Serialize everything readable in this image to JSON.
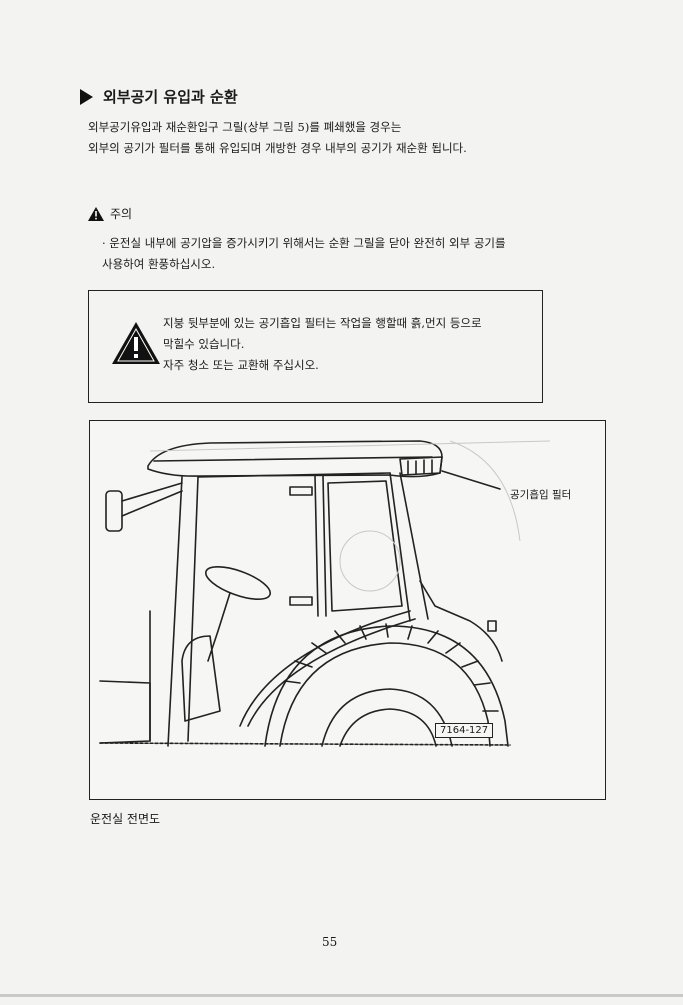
{
  "section": {
    "title": "외부공기 유입과 순환",
    "intro_lines": [
      "외부공기유입과 재순환입구 그릴(상부 그림 5)를 폐쇄했을 경우는",
      "외부의 공기가 필터를 통해 유입되며 개방한 경우 내부의 공기가 재순환 됩니다."
    ]
  },
  "caution": {
    "label": "주의",
    "lines": [
      "· 운전실 내부에 공기압을 증가시키기 위해서는 순환 그릴을 닫아 완전히 외부 공기를",
      "사용하여 환풍하십시오."
    ]
  },
  "warning_box": {
    "lines": [
      "지붕 뒷부분에 있는 공기흡입 필터는 작업을 행할때 흙,먼지 등으로",
      "막힐수 있습니다.",
      "자주 청소 또는 교환해 주십시오."
    ]
  },
  "figure": {
    "callout": "공기흡입 필터",
    "code": "7164-127",
    "caption": "운전실 전면도"
  },
  "page_number": "55"
}
